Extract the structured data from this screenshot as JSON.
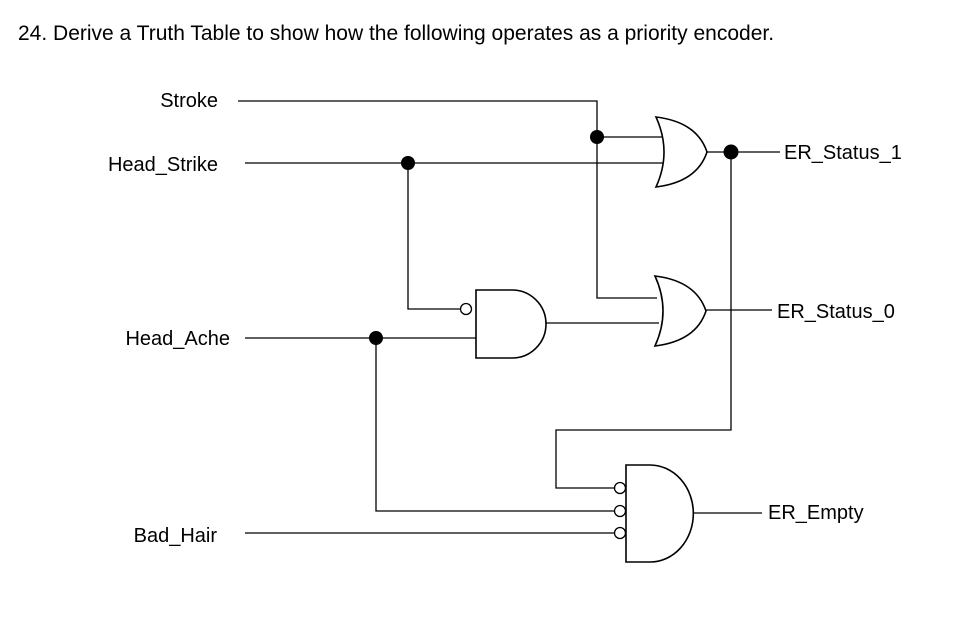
{
  "question": {
    "text": "24. Derive a Truth Table to show how the following operates as a priority encoder."
  },
  "inputs": {
    "stroke": "Stroke",
    "head_strike": "Head_Strike",
    "head_ache": "Head_Ache",
    "bad_hair": "Bad_Hair"
  },
  "outputs": {
    "er_status_1": "ER_Status_1",
    "er_status_0": "ER_Status_0",
    "er_empty": "ER_Empty"
  },
  "gates": [
    {
      "name": "or-gate-status-1",
      "type": "OR",
      "inverted_inputs": 0
    },
    {
      "name": "and-gate-headache",
      "type": "AND",
      "inverted_inputs": 1
    },
    {
      "name": "or-gate-status-0",
      "type": "OR",
      "inverted_inputs": 0
    },
    {
      "name": "and-gate-empty",
      "type": "AND",
      "inverted_inputs": 3
    }
  ]
}
